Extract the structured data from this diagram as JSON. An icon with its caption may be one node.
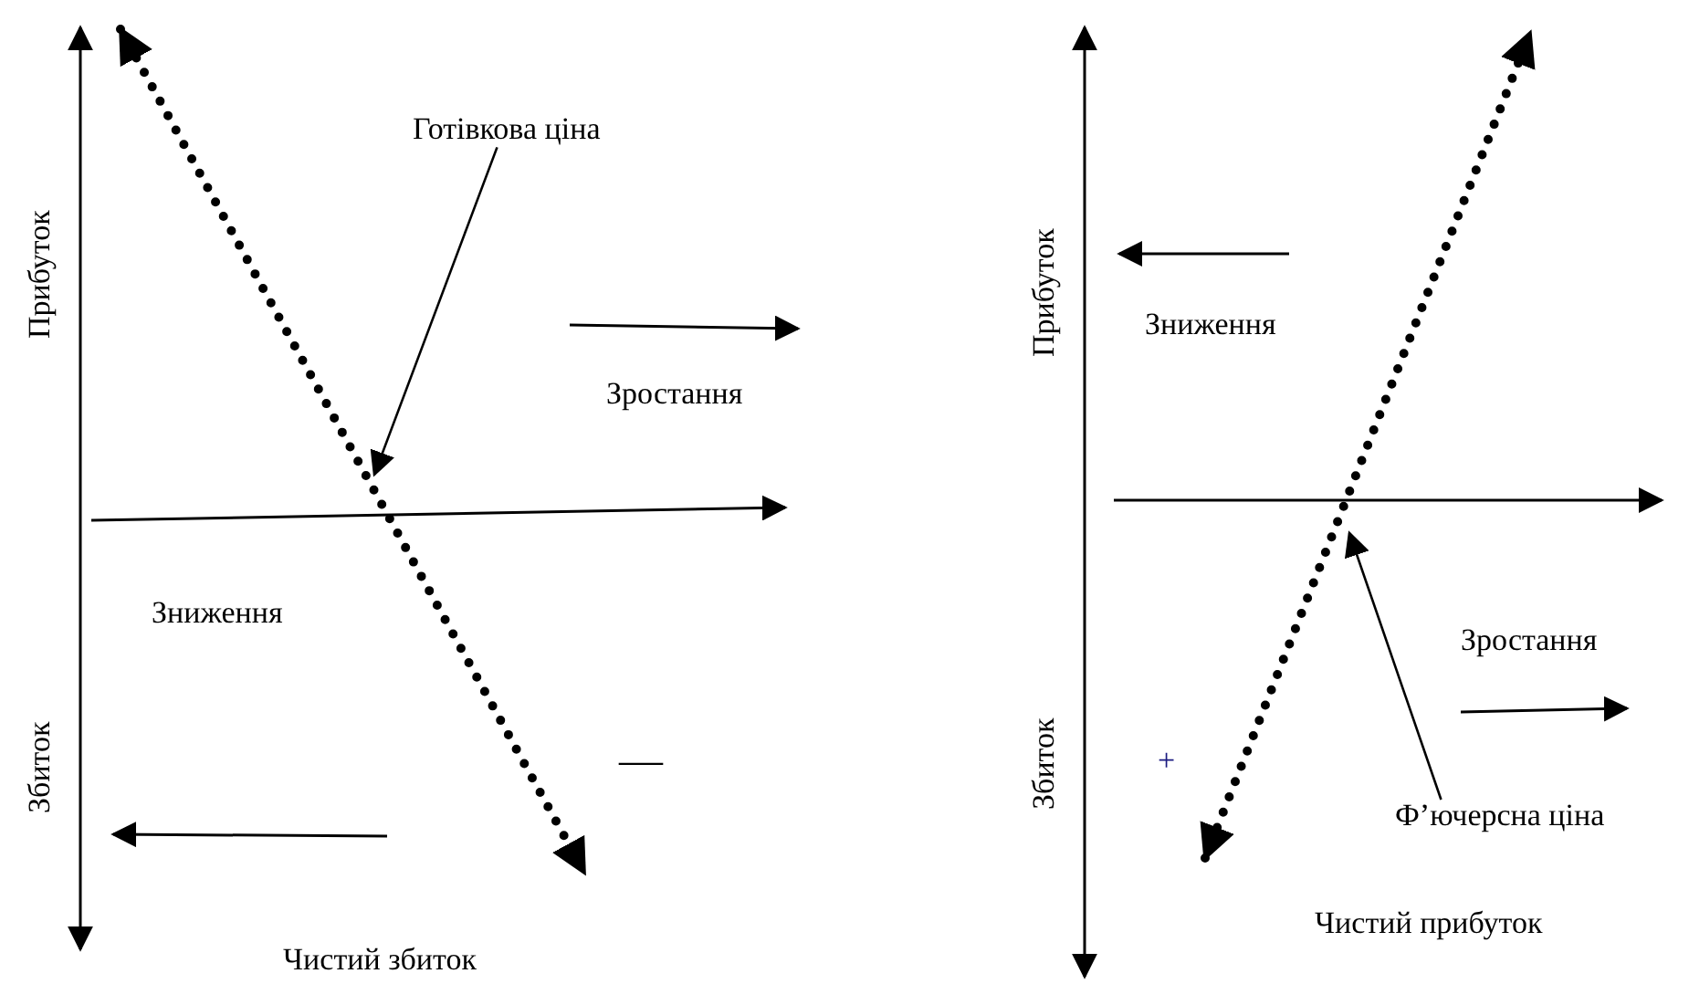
{
  "diagram": {
    "nodes": [
      {
        "text": [
          "Готівкова ціна"
        ]
      },
      {
        "text": [],
        "shape": "line"
      },
      {
        "text": [],
        "shape": "line"
      },
      {
        "text": [
          "Ф’ючерсна ціна"
        ]
      }
    ],
    "edges": [
      {
        "from": 0,
        "to": 1,
        "arrow": "to"
      },
      {
        "from": 3,
        "to": 2,
        "arrow": "to"
      }
    ],
    "labels": [
      "Прибуток",
      "Зростання",
      "Зниження",
      "Збиток",
      "—",
      "Чистий збиток",
      "Прибуток",
      "Зниження",
      "Зростання",
      "Збиток",
      "+",
      "Чистий прибуток"
    ]
  }
}
